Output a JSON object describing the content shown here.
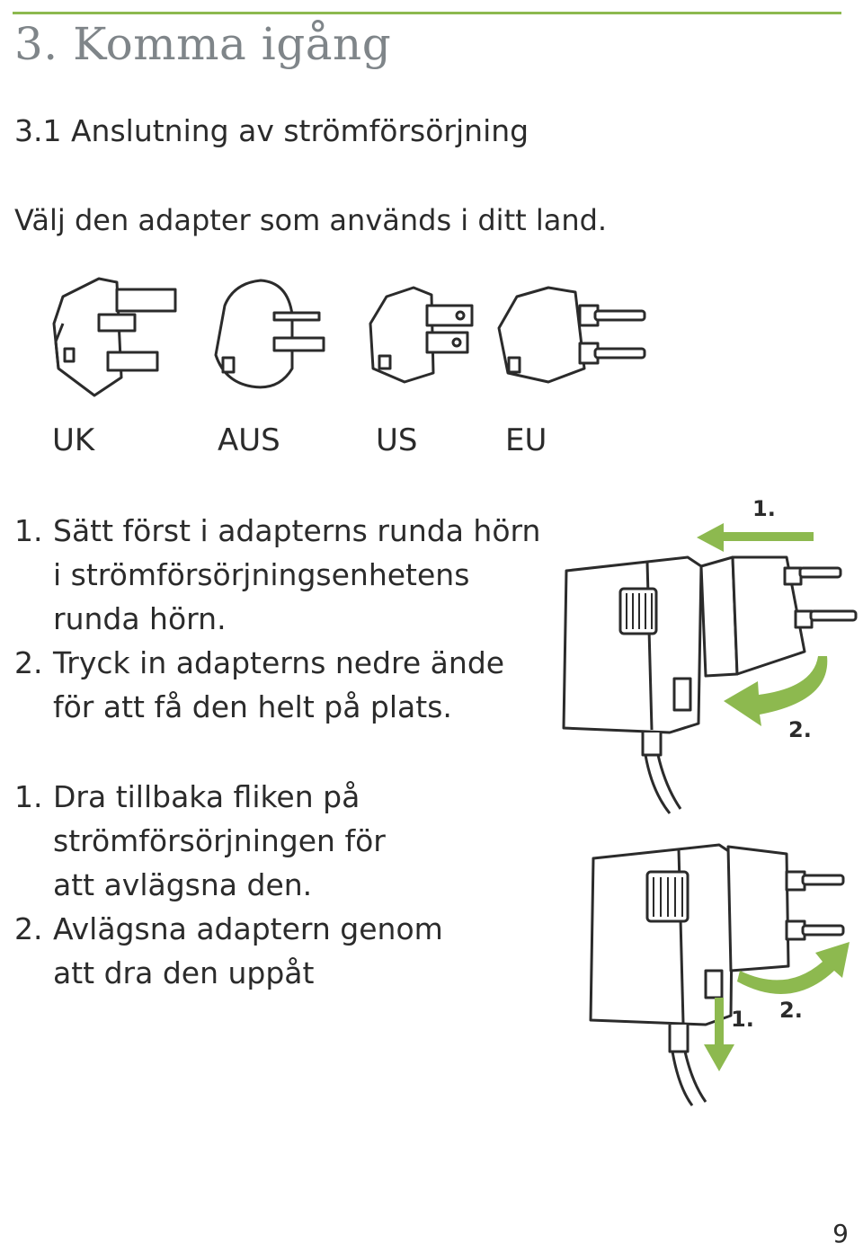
{
  "header": {
    "chapter_title": "3. Komma igång",
    "section_title": "3.1 Anslutning av strömförsörjning"
  },
  "intro": "Välj den adapter som används i ditt land.",
  "adapters": [
    {
      "label": "UK"
    },
    {
      "label": "AUS"
    },
    {
      "label": "US"
    },
    {
      "label": "EU"
    }
  ],
  "attach": {
    "steps": [
      {
        "num": "1.",
        "lines": [
          "Sätt först i adapterns runda hörn",
          "i strömförsörjningsenhetens",
          "runda hörn."
        ]
      },
      {
        "num": "2.",
        "lines": [
          "Tryck in adapterns nedre ände",
          "för att få den helt på plats."
        ]
      }
    ],
    "figure_labels": {
      "first": "1.",
      "second": "2."
    }
  },
  "remove": {
    "steps": [
      {
        "num": "1.",
        "lines": [
          "Dra tillbaka fliken på",
          "strömförsörjningen för",
          "att avlägsna den."
        ]
      },
      {
        "num": "2.",
        "lines": [
          "Avlägsna adaptern genom",
          "att dra den uppåt"
        ]
      }
    ],
    "figure_labels": {
      "first": "1.",
      "second": "2."
    }
  },
  "page_number": "9",
  "colors": {
    "accent_green": "#8db94f",
    "title_grey": "#7f8589",
    "text": "#2b2b2b"
  }
}
